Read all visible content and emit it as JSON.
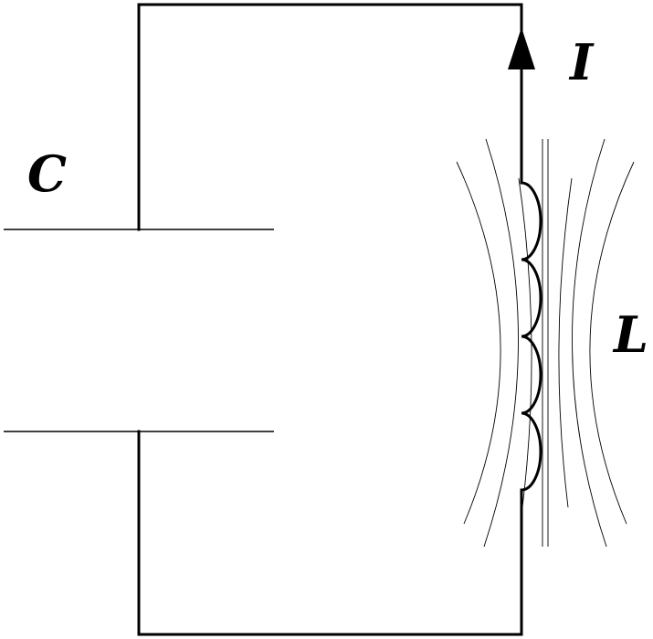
{
  "labels": {
    "capacitor": "C",
    "current": "I",
    "inductor": "L"
  },
  "colors": {
    "stroke": "#000000",
    "background": "#ffffff"
  }
}
